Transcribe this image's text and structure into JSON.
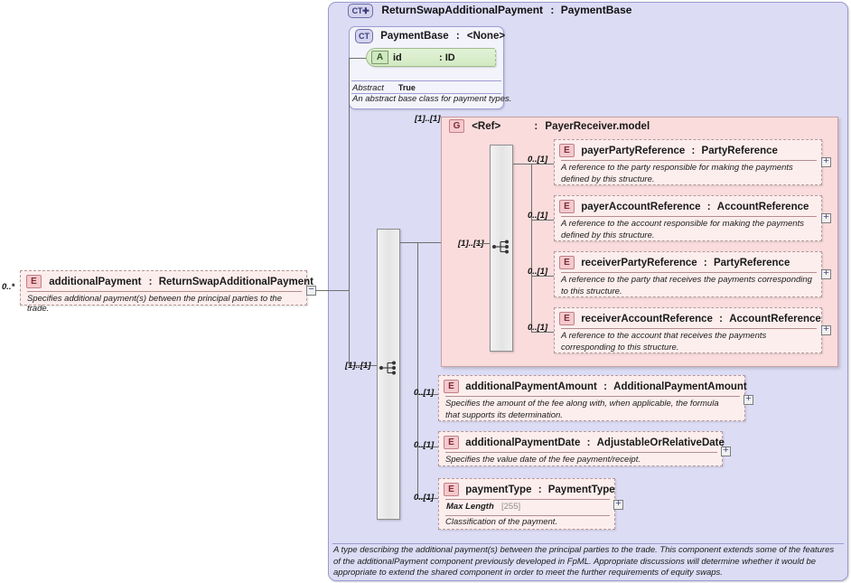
{
  "diagram": {
    "kind": "xsd-schema-diagram"
  },
  "root_element": {
    "badge": "E",
    "icon_name": "element-icon",
    "name": "additionalPayment",
    "separator": ":",
    "type": "ReturnSwapAdditionalPayment",
    "cardinality": "0..*",
    "documentation": "Specifies additional payment(s) between the principal parties to the trade.",
    "toggle": "−"
  },
  "root_type": {
    "badge": "CT+",
    "icon_name": "complextype-expanded-icon",
    "name": "ReturnSwapAdditionalPayment",
    "separator": ":",
    "base": "PaymentBase",
    "title": "ReturnSwapAdditionalPayment : PaymentBase"
  },
  "base_type": {
    "badge": "CT",
    "icon_name": "complextype-icon",
    "name": "PaymentBase",
    "separator": ":",
    "type": "<None>",
    "attribute": {
      "badge": "A",
      "icon_name": "attribute-icon",
      "name": "id",
      "separator": ":",
      "type": "ID"
    },
    "facet_key": "Abstract",
    "facet_value": "True",
    "documentation": "An abstract base class for payment types."
  },
  "outer_sequence": {
    "cardinality": "[1]..[1]",
    "icon_name": "sequence-compositor-icon"
  },
  "ref_group": {
    "badge": "G",
    "icon_name": "group-reference-icon",
    "name": "<Ref>",
    "separator": ":",
    "type": "PayerReceiver.model",
    "cardinality": "[1]..[1]",
    "inner_sequence_cardinality": "[1]..[1]",
    "members": [
      {
        "badge": "E",
        "icon_name": "element-icon",
        "name": "payerPartyReference",
        "separator": ":",
        "type": "PartyReference",
        "cardinality": "0..[1]",
        "documentation": "A reference to the party responsible for making the payments defined by this structure.",
        "toggle": "+"
      },
      {
        "badge": "E",
        "icon_name": "element-icon",
        "name": "payerAccountReference",
        "separator": ":",
        "type": "AccountReference",
        "cardinality": "0..[1]",
        "documentation": "A reference to the account responsible for making the payments defined by this structure.",
        "toggle": "+"
      },
      {
        "badge": "E",
        "icon_name": "element-icon",
        "name": "receiverPartyReference",
        "separator": ":",
        "type": "PartyReference",
        "cardinality": "0..[1]",
        "documentation": "A reference to the party that receives the payments corresponding to this structure.",
        "toggle": "+"
      },
      {
        "badge": "E",
        "icon_name": "element-icon",
        "name": "receiverAccountReference",
        "separator": ":",
        "type": "AccountReference",
        "cardinality": "0..[1]",
        "documentation": "A reference to the account that receives the payments corresponding to this structure.",
        "toggle": "+"
      }
    ]
  },
  "elements": [
    {
      "badge": "E",
      "icon_name": "element-icon",
      "name": "additionalPaymentAmount",
      "separator": ":",
      "type": "AdditionalPaymentAmount",
      "cardinality": "0..[1]",
      "documentation": "Specifies the amount of the fee along with, when applicable, the formula that supports its determination.",
      "toggle": "+"
    },
    {
      "badge": "E",
      "icon_name": "element-icon",
      "name": "additionalPaymentDate",
      "separator": ":",
      "type": "AdjustableOrRelativeDate",
      "cardinality": "0..[1]",
      "documentation": "Specifies the value date of the fee payment/receipt.",
      "toggle": "+"
    },
    {
      "badge": "E",
      "icon_name": "element-icon",
      "name": "paymentType",
      "separator": ":",
      "type": "PaymentType",
      "cardinality": "0..[1]",
      "facet_key": "Max Length",
      "facet_value": "[255]",
      "documentation": "Classification of the payment.",
      "toggle": "+"
    }
  ],
  "footer": {
    "documentation": "A type describing the additional payment(s) between the principal parties to the trade. This component extends some of the features of the additionalPayment component previously developed in FpML. Appropriate discussions will determine whether it would be appropriate to extend the shared component in order to meet the further requirements of equity swaps."
  },
  "colors": {
    "container": "#dcdcf5",
    "container_border": "#9a9ad0",
    "group": "#fadcdc",
    "element": "#fdeeee",
    "attribute": "#d2e9c2",
    "badge_pink": "#f4c9cd",
    "badge_purple": "#d4d4ee"
  }
}
